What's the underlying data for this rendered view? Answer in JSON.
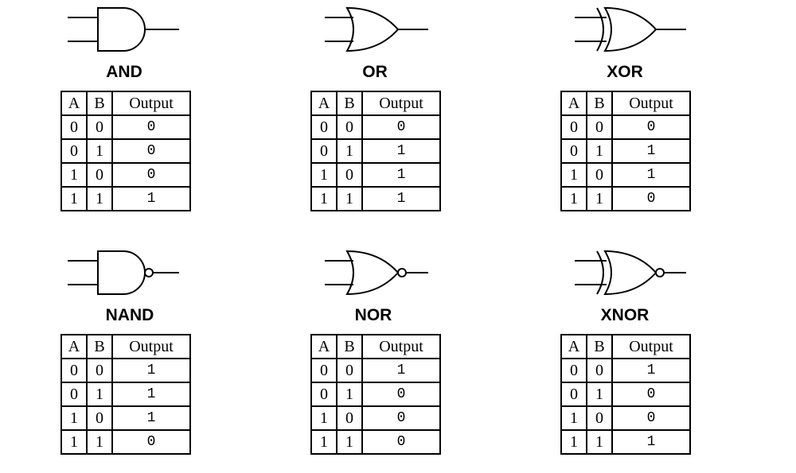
{
  "headers": {
    "a": "A",
    "b": "B",
    "output": "Output"
  },
  "gates": [
    {
      "id": "and",
      "name": "AND",
      "shape": "and",
      "rows": [
        [
          "0",
          "0",
          "0"
        ],
        [
          "0",
          "1",
          "0"
        ],
        [
          "1",
          "0",
          "0"
        ],
        [
          "1",
          "1",
          "1"
        ]
      ]
    },
    {
      "id": "or",
      "name": "OR",
      "shape": "or",
      "rows": [
        [
          "0",
          "0",
          "0"
        ],
        [
          "0",
          "1",
          "1"
        ],
        [
          "1",
          "0",
          "1"
        ],
        [
          "1",
          "1",
          "1"
        ]
      ]
    },
    {
      "id": "xor",
      "name": "XOR",
      "shape": "xor",
      "rows": [
        [
          "0",
          "0",
          "0"
        ],
        [
          "0",
          "1",
          "1"
        ],
        [
          "1",
          "0",
          "1"
        ],
        [
          "1",
          "1",
          "0"
        ]
      ]
    },
    {
      "id": "nand",
      "name": "NAND",
      "shape": "nand",
      "rows": [
        [
          "0",
          "0",
          "1"
        ],
        [
          "0",
          "1",
          "1"
        ],
        [
          "1",
          "0",
          "1"
        ],
        [
          "1",
          "1",
          "0"
        ]
      ]
    },
    {
      "id": "nor",
      "name": "NOR",
      "shape": "nor",
      "rows": [
        [
          "0",
          "0",
          "1"
        ],
        [
          "0",
          "1",
          "0"
        ],
        [
          "1",
          "0",
          "0"
        ],
        [
          "1",
          "1",
          "0"
        ]
      ]
    },
    {
      "id": "xnor",
      "name": "XNOR",
      "shape": "xnor",
      "rows": [
        [
          "0",
          "0",
          "1"
        ],
        [
          "0",
          "1",
          "0"
        ],
        [
          "1",
          "0",
          "0"
        ],
        [
          "1",
          "1",
          "1"
        ]
      ]
    }
  ]
}
